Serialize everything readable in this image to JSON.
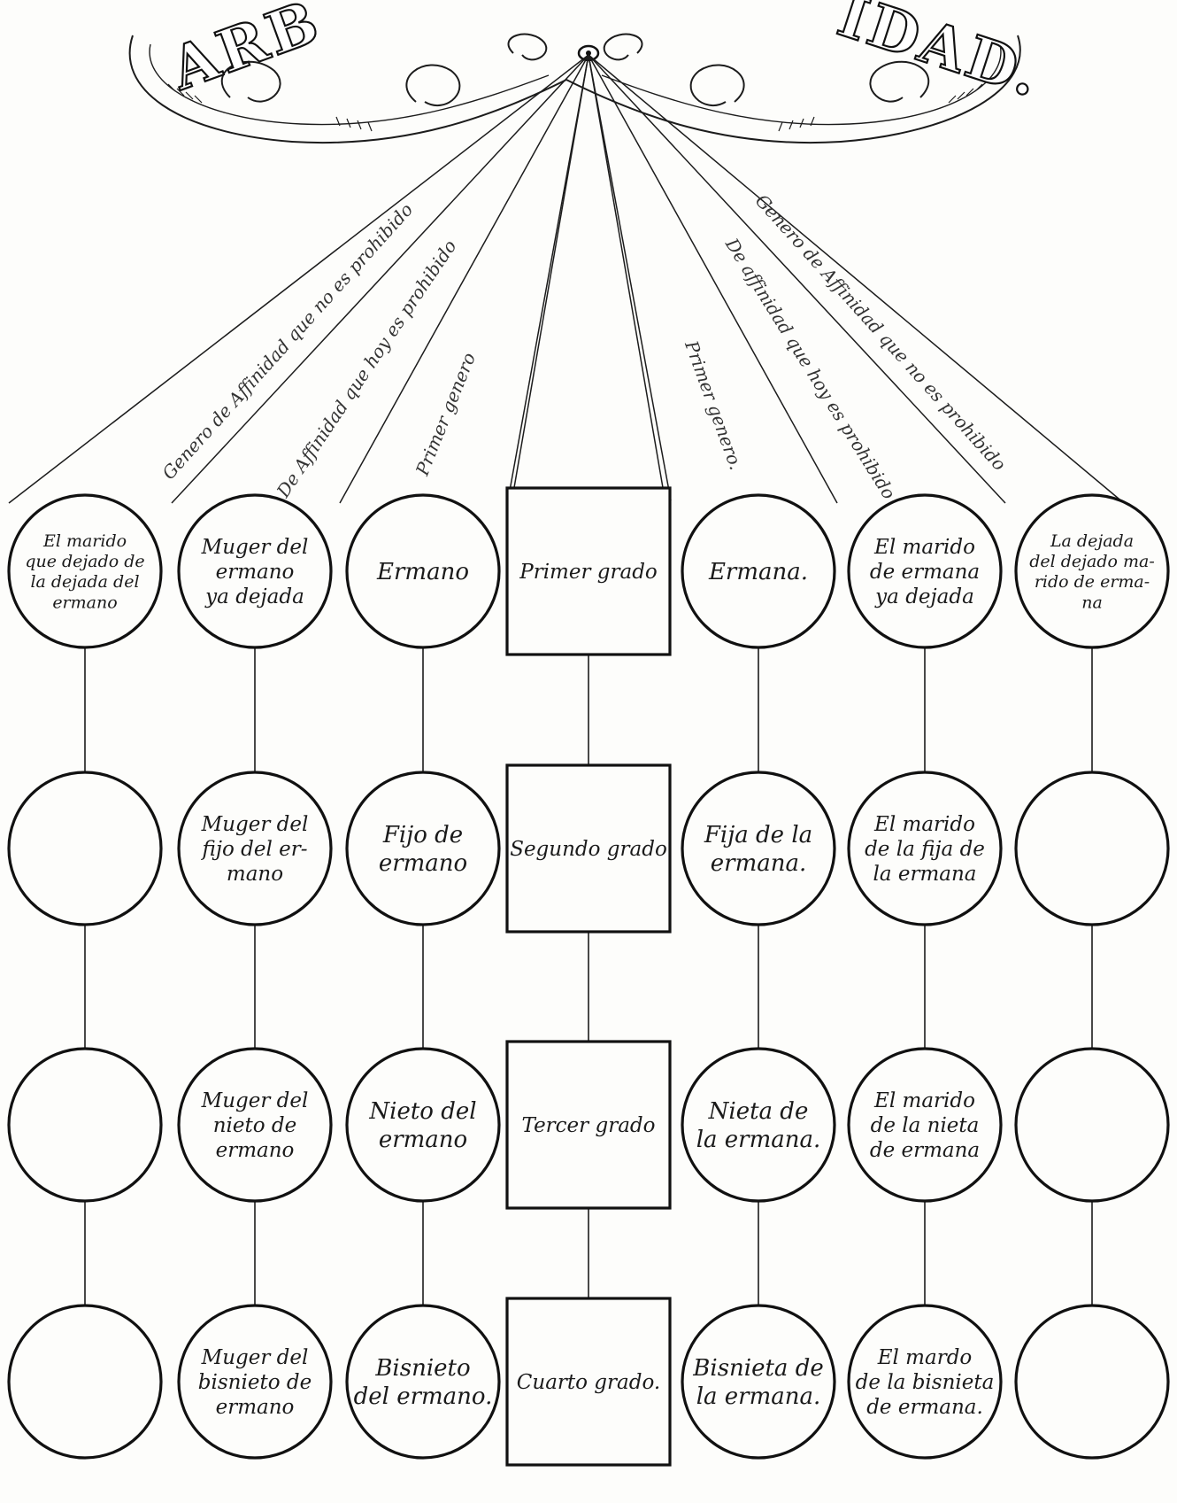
{
  "title_left": "ARB",
  "title_right": "IDAD.",
  "bands": [
    "Genero de Affinidad que no es prohibido",
    "De Affinidad que hoy es prohibido",
    "Primer genero",
    "Primer genero.",
    "De affinidad que hoy es prohibido",
    "Genero de Affinidad que no es prohibido"
  ],
  "grades": [
    "Primer grado",
    "Segundo grado",
    "Tercer grado",
    "Cuarto grado."
  ],
  "columns": [
    {
      "cells": [
        [
          "El marido",
          "que dejado de",
          "la dejada del",
          "ermano"
        ],
        [],
        [],
        []
      ]
    },
    {
      "cells": [
        [
          "Muger del",
          "ermano",
          "ya dejada"
        ],
        [
          "Muger del",
          "fijo del er-",
          "mano"
        ],
        [
          "Muger del",
          "nieto de",
          "ermano"
        ],
        [
          "Muger del",
          "bisnieto de",
          "ermano"
        ]
      ]
    },
    {
      "cells": [
        [
          "Ermano"
        ],
        [
          "Fijo de",
          "ermano"
        ],
        [
          "Nieto del",
          "ermano"
        ],
        [
          "Bisnieto",
          "del ermano."
        ]
      ]
    },
    {
      "cells": [
        [
          "Ermana."
        ],
        [
          "Fija de la",
          "ermana."
        ],
        [
          "Nieta de",
          "la ermana."
        ],
        [
          "Bisnieta de",
          "la ermana."
        ]
      ]
    },
    {
      "cells": [
        [
          "El marido",
          "de ermana",
          "ya dejada"
        ],
        [
          "El marido",
          "de la fija de",
          "la ermana"
        ],
        [
          "El marido",
          "de la nieta",
          "de ermana"
        ],
        [
          "El mardo",
          "de la bisnieta",
          "de ermana."
        ]
      ]
    },
    {
      "cells": [
        [
          "La dejada",
          "del dejado ma-",
          "rido de erma-",
          "na"
        ],
        [],
        [],
        []
      ]
    }
  ]
}
